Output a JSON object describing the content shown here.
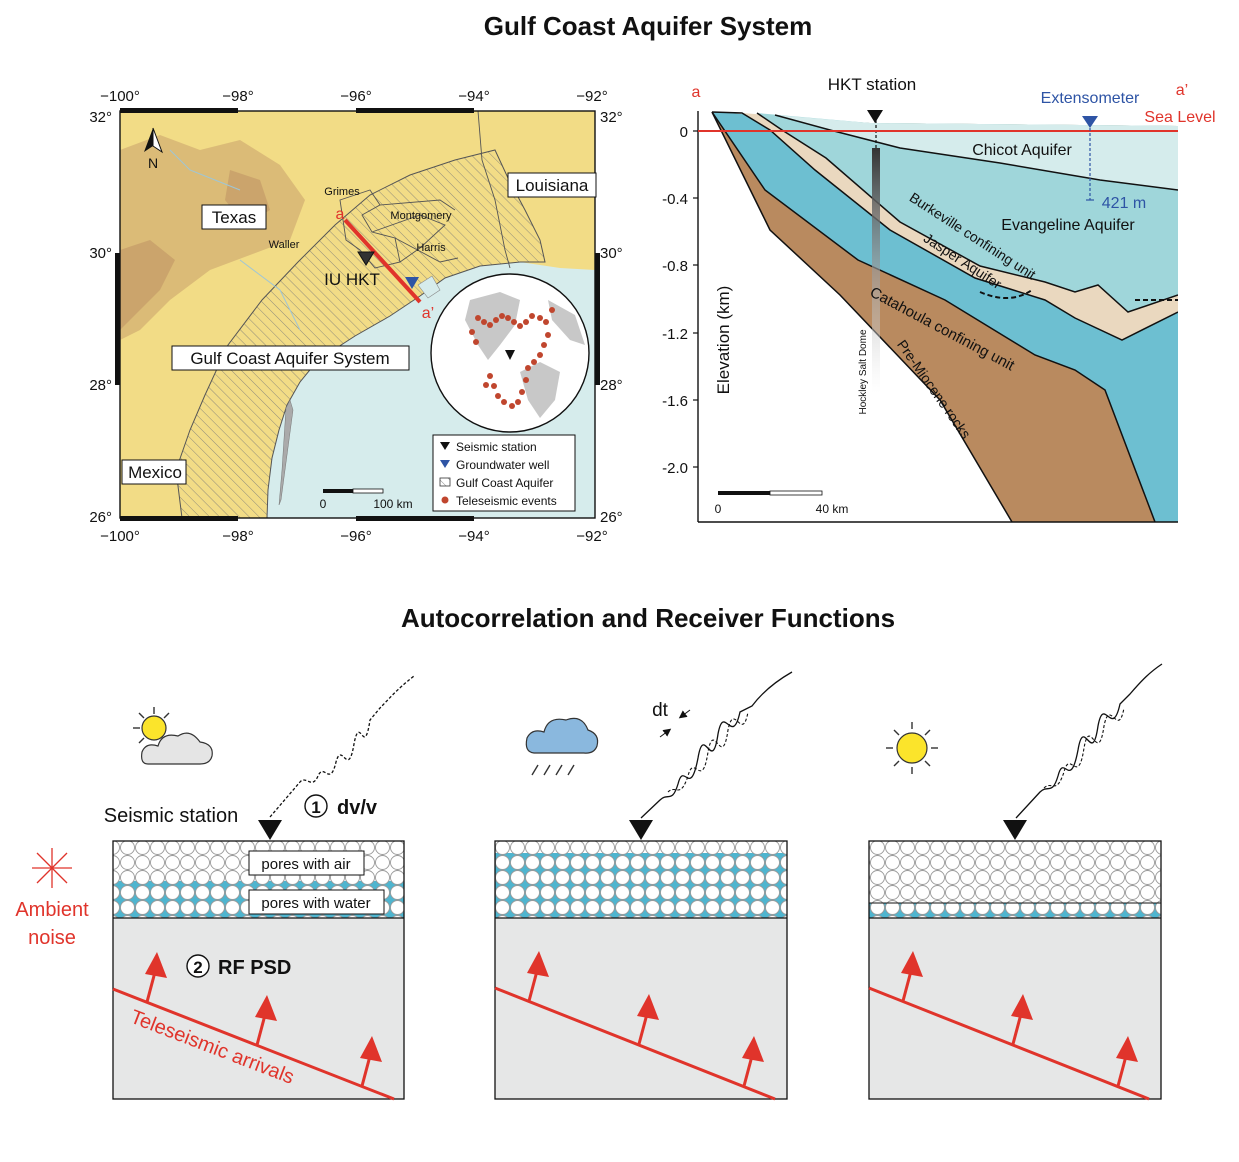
{
  "titles": {
    "top": "Gulf Coast Aquifer System",
    "bottom": "Autocorrelation and Receiver Functions"
  },
  "map": {
    "lon_ticks": [
      "−100°",
      "−98°",
      "−96°",
      "−94°",
      "−92°"
    ],
    "lat_ticks": [
      "32°",
      "30°",
      "28°",
      "26°"
    ],
    "north": "N",
    "states": {
      "texas": "Texas",
      "louisiana": "Louisiana",
      "mexico": "Mexico"
    },
    "counties": {
      "grimes": "Grimes",
      "montgomery": "Montgomery",
      "waller": "Waller",
      "harris": "Harris"
    },
    "station_label": "IU HKT",
    "section_start": "a",
    "section_end": "a’",
    "aquifer_label": "Gulf Coast Aquifer System",
    "scale": {
      "zero": "0",
      "end": "100 km"
    },
    "legend": [
      "Seismic station",
      "Groundwater well",
      "Gulf Coast Aquifer",
      "Teleseismic events"
    ],
    "colors": {
      "land": "#f2dc86",
      "ocean": "#d6ecec",
      "mountains": "#c9a06b",
      "section_line": "#e0342b",
      "well": "#2e54a5",
      "events": "#c0462e"
    }
  },
  "section": {
    "corner_a": "a",
    "corner_a2": "a’",
    "hkt_label": "HKT station",
    "extensometer": "Extensometer",
    "sea_level": "Sea Level",
    "depth_label": "421 m",
    "y_axis_label": "Elevation (km)",
    "y_ticks": [
      "0",
      "-0.4",
      "-0.8",
      "-1.2",
      "-1.6",
      "-2.0"
    ],
    "units": [
      "Chicot Aquifer",
      "Evangeline Aquifer",
      "Burkeville confining unit",
      "Jasper Aquifer",
      "Catahoula confining unit",
      "Pre-Miocene rocks"
    ],
    "salt_dome": "Hockley Salt Dome",
    "scale": {
      "zero": "0",
      "end": "40 km"
    },
    "colors": {
      "chicot": "#d5ecec",
      "evangeline": "#9fd6da",
      "burkeville": "#ead8bf",
      "jasper": "#6dbfd1",
      "catahoula": "#b98a5f",
      "sea_level": "#e0342b"
    }
  },
  "panels": {
    "seismic_station": "Seismic station",
    "dvv": "dv/v",
    "dvv_num": "1",
    "rfpsd": "RF PSD",
    "rfpsd_num": "2",
    "pores_air": "pores with air",
    "pores_water": "pores with water",
    "ambient_line1": "Ambient",
    "ambient_line2": "noise",
    "teleseismic": "Teleseismic arrivals",
    "dt": "dt",
    "colors": {
      "water": "#4fb5cf",
      "ground": "#e6e7e7",
      "arrow": "#e0342b",
      "sun": "#fbe42b",
      "cloud": "#e5e5e5",
      "rain_cloud": "#8ab8de"
    }
  }
}
